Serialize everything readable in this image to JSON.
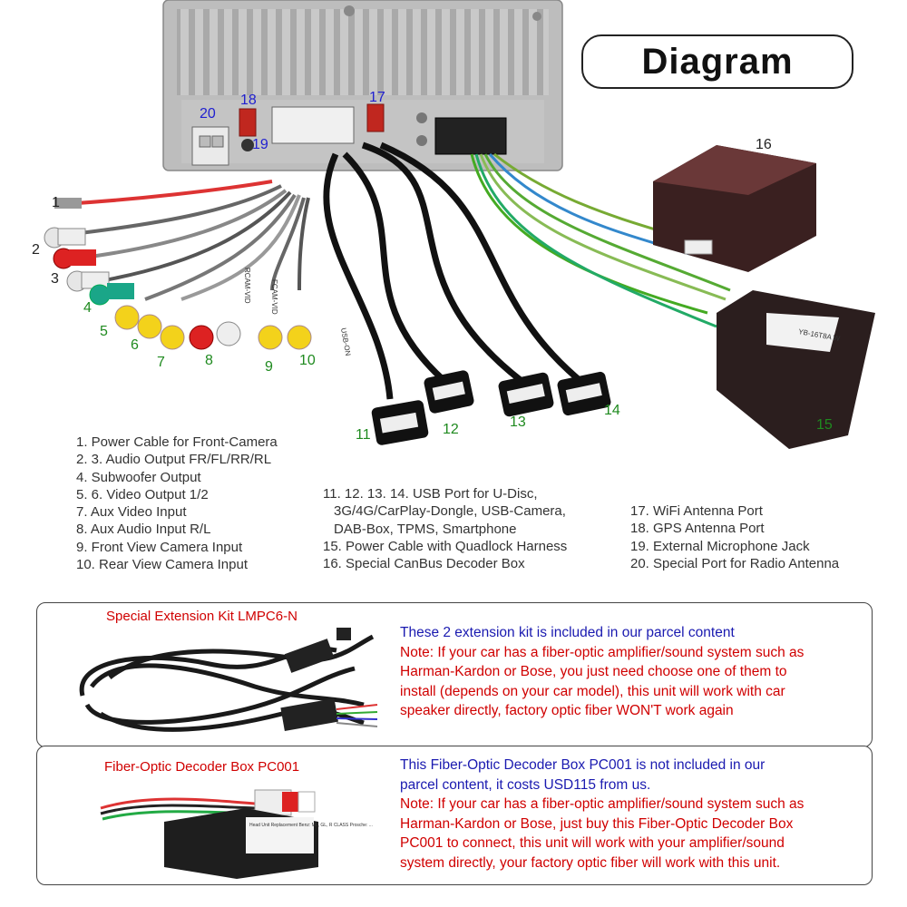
{
  "title": "Diagram",
  "callout_numbers": [
    "1",
    "2",
    "3",
    "4",
    "5",
    "6",
    "7",
    "8",
    "9",
    "10",
    "11",
    "12",
    "13",
    "14",
    "15",
    "16",
    "17",
    "18",
    "19",
    "20"
  ],
  "legend": {
    "col1": [
      "1. Power Cable for Front-Camera",
      "2. 3. Audio Output FR/FL/RR/RL",
      "4. Subwoofer Output",
      "5. 6. Video Output 1/2",
      "7. Aux Video Input",
      "8. Aux Audio Input R/L",
      "9. Front View Camera Input",
      "10. Rear View Camera Input"
    ],
    "col2": [
      "11. 12. 13. 14. USB Port for U-Disc,",
      "3G/4G/CarPlay-Dongle, USB-Camera,",
      "DAB-Box, TPMS, Smartphone",
      "15. Power Cable with Quadlock Harness",
      "16. Special CanBus Decoder Box"
    ],
    "col3": [
      "17. WiFi Antenna Port",
      "18. GPS Antenna Port",
      "19. External Microphone Jack",
      "20. Special Port for Radio Antenna"
    ]
  },
  "harness_labels": {
    "fcam": "FCAM-VID",
    "rcam": "RCAM-VID",
    "usb": "USB-ON"
  },
  "panel1": {
    "title": "Special Extension Kit LMPC6-N",
    "lines_blue": [
      "These 2 extension kit is included in our parcel content"
    ],
    "lines_red": [
      "Note: If your car has a fiber-optic amplifier/sound system such as",
      "Harman-Kardon or Bose, you just need choose one of them to",
      "install (depends on your car model), this unit will work with car",
      "speaker directly, factory optic fiber WON'T work again"
    ]
  },
  "panel2": {
    "title": "Fiber-Optic Decoder Box  PC001",
    "lines_blue": [
      "This Fiber-Optic Decoder Box  PC001 is not included in our",
      "parcel content, it costs USD115 from us."
    ],
    "lines_red": [
      "Note: If your car has a fiber-optic amplifier/sound system such as",
      "Harman-Kardon or Bose, just buy this Fiber-Optic Decoder Box",
      "PC001 to connect, this unit will work with your amplifier/sound",
      "system directly, your factory optic fiber will work with this unit."
    ],
    "box_label": "Head Unit Replacement Benz: ML, GL, R CLASS Prosche: ..."
  },
  "colors": {
    "callout_green": "#1f8a1f",
    "callout_blue": "#1f1fd0",
    "note_red": "#d00000",
    "info_blue": "#1a1ab0"
  }
}
